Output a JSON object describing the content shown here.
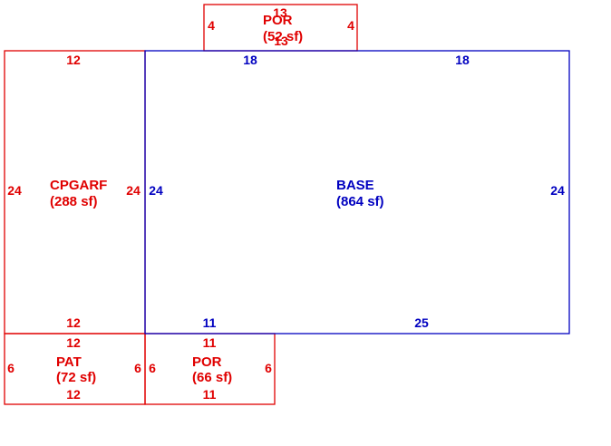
{
  "colors": {
    "base": "#0000c0",
    "addon": "#e00000",
    "background": "#ffffff"
  },
  "areas": {
    "por_top": {
      "name": "POR",
      "area": "(52 sf)",
      "dims": [
        "13",
        "4",
        "4",
        "13"
      ]
    },
    "cpgarf": {
      "name": "CPGARF",
      "area": "(288 sf)",
      "dims": [
        "12",
        "24",
        "24",
        "12"
      ]
    },
    "base": {
      "name": "BASE",
      "area": "(864 sf)",
      "dims": [
        "18",
        "18",
        "24",
        "24",
        "11",
        "25"
      ]
    },
    "pat": {
      "name": "PAT",
      "area": "(72 sf)",
      "dims": [
        "12",
        "6",
        "6",
        "12"
      ]
    },
    "por_bottom": {
      "name": "POR",
      "area": "(66 sf)",
      "dims": [
        "11",
        "6",
        "6",
        "11"
      ]
    }
  }
}
